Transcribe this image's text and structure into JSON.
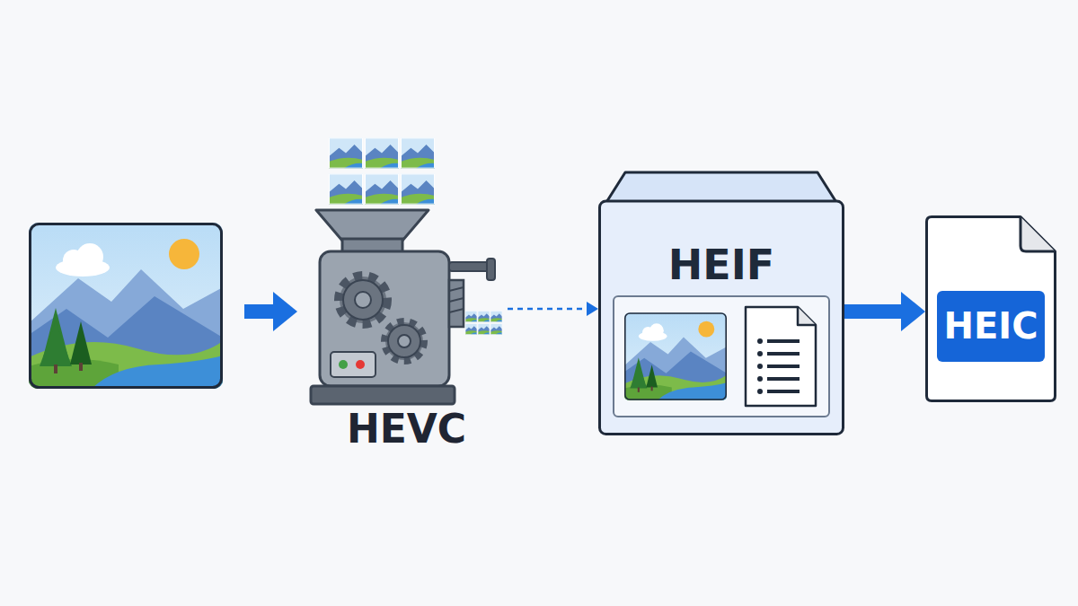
{
  "diagram": {
    "nodes": [
      {
        "text": [
          "HEVC"
        ]
      },
      {
        "text": [
          "HEIF"
        ]
      },
      {
        "text": [
          "HEIC"
        ]
      }
    ],
    "edges": [
      {
        "from": 0,
        "to": 1,
        "arrow": "to"
      },
      {
        "from": 1,
        "to": 2,
        "arrow": "to"
      }
    ]
  }
}
